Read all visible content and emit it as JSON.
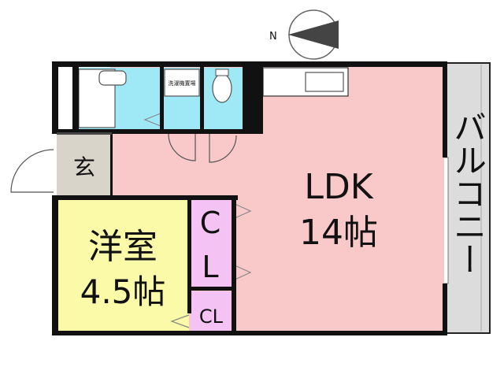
{
  "compass": {
    "label": "N"
  },
  "rooms": {
    "ldk": {
      "name": "LDK",
      "size": "14帖",
      "color": "#f9c9ca"
    },
    "western": {
      "name": "洋室",
      "size": "4.5帖",
      "color": "#fbfaa8"
    },
    "closet_large": {
      "line1": "C",
      "line2": "L",
      "color": "#f5c3f3"
    },
    "closet_small": {
      "label": "CL",
      "color": "#f5c3f3"
    },
    "entrance": {
      "label": "玄",
      "color": "#d8d4ca"
    },
    "balcony": {
      "label": "バルコニー",
      "color": "#dcdcdc"
    },
    "bathroom": {
      "color": "#9fe8f5"
    },
    "washroom": {
      "label": "洗濯機置場",
      "color": "#9fe8f5"
    },
    "toilet": {
      "color": "#9fe8f5"
    }
  }
}
